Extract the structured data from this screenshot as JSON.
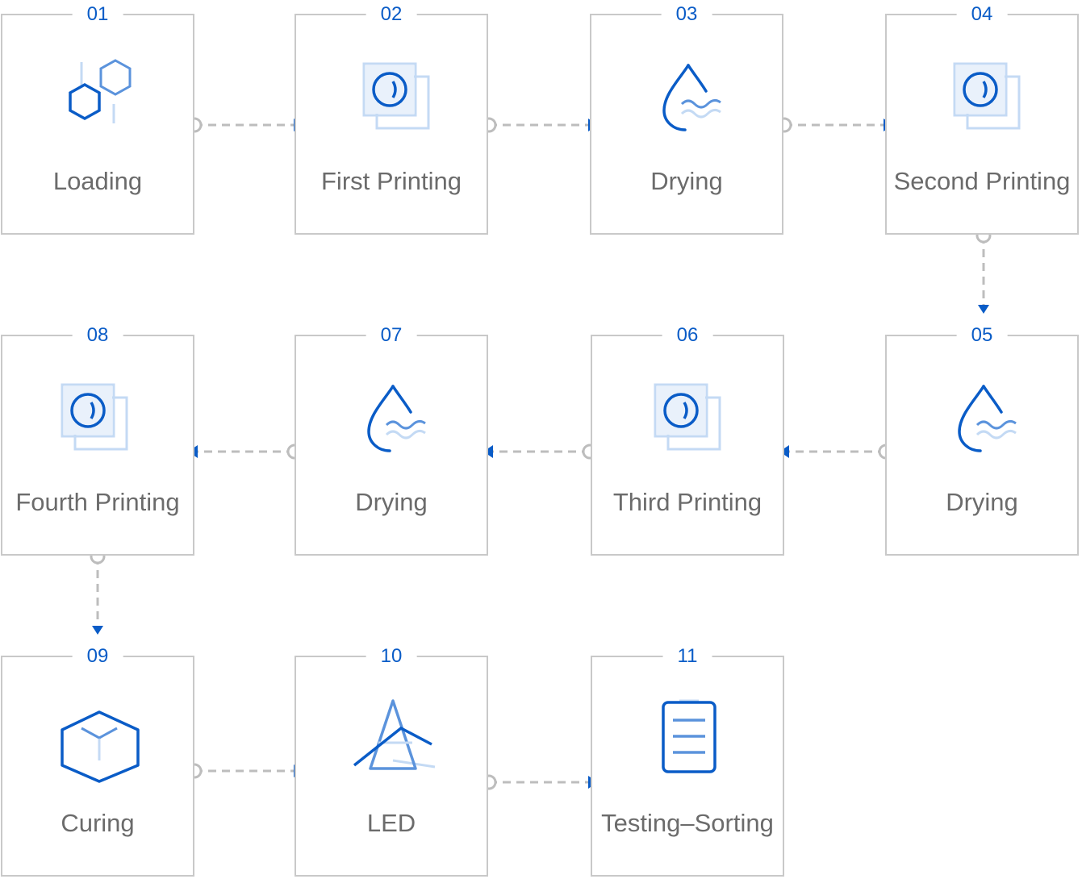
{
  "colors": {
    "accent": "#0a5cc7",
    "accent_light": "#5b93dc",
    "accent_pale": "#c4daf4",
    "border": "#c9c9c9",
    "connector": "#bdbdbd",
    "label": "#6b6b6b"
  },
  "steps": [
    {
      "number": "01",
      "label": "Loading",
      "icon": "hexagons-icon"
    },
    {
      "number": "02",
      "label": "First Printing",
      "icon": "print-sheet-icon"
    },
    {
      "number": "03",
      "label": "Drying",
      "icon": "water-drop-icon"
    },
    {
      "number": "04",
      "label": "Second Printing",
      "icon": "print-sheet-icon"
    },
    {
      "number": "05",
      "label": "Drying",
      "icon": "water-drop-icon"
    },
    {
      "number": "06",
      "label": "Third Printing",
      "icon": "print-sheet-icon"
    },
    {
      "number": "07",
      "label": "Drying",
      "icon": "water-drop-icon"
    },
    {
      "number": "08",
      "label": "Fourth Printing",
      "icon": "print-sheet-icon"
    },
    {
      "number": "09",
      "label": "Curing",
      "icon": "cube-icon"
    },
    {
      "number": "10",
      "label": "LED",
      "icon": "prism-icon"
    },
    {
      "number": "11",
      "label": "Testing–Sorting",
      "icon": "clipboard-icon"
    }
  ]
}
